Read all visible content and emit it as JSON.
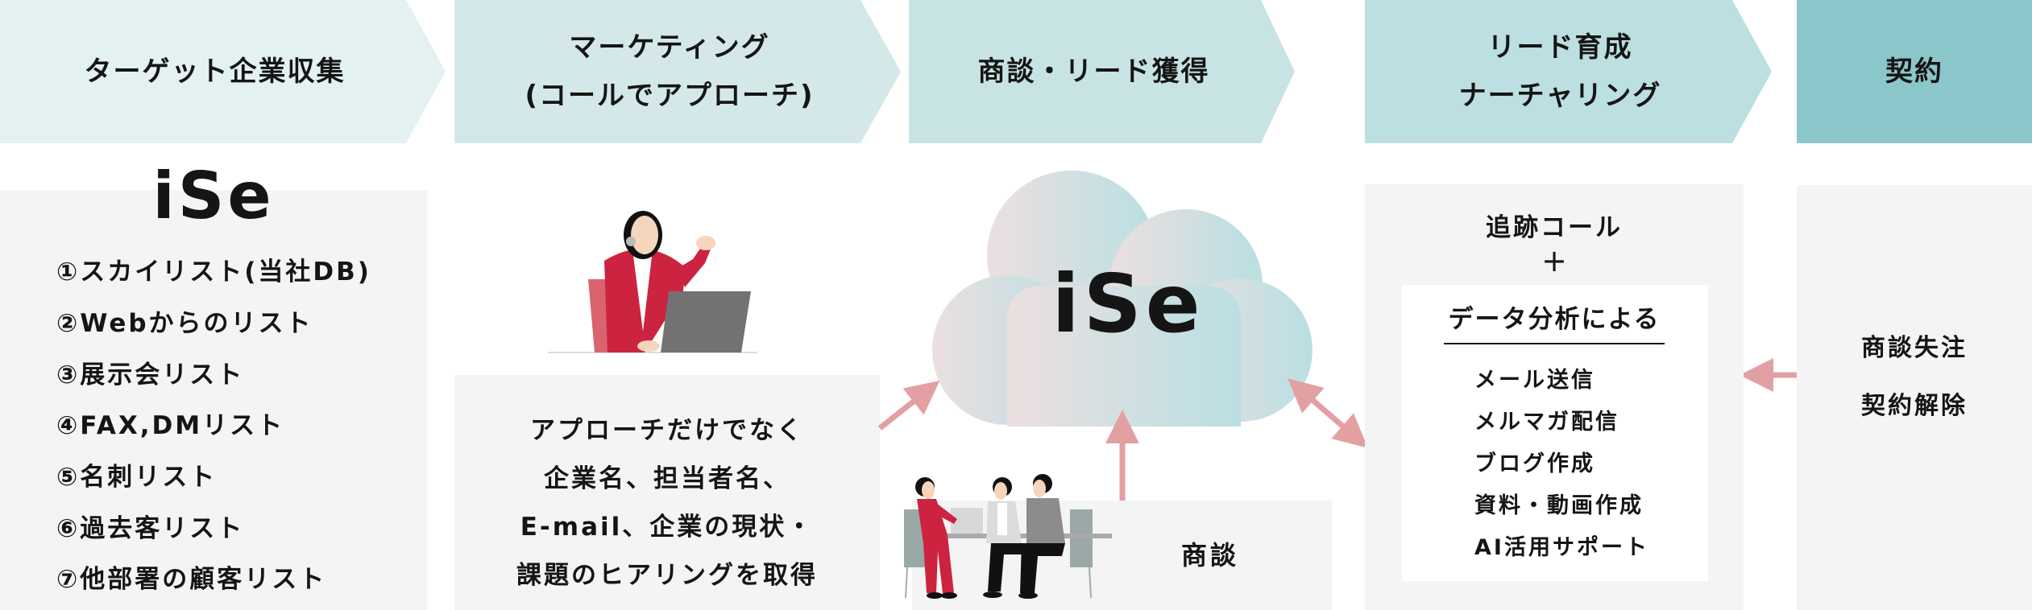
{
  "colors": {
    "header_1": "#e4f1f1",
    "header_2": "#d5e8e9",
    "header_3": "#c8e3e4",
    "header_4": "#bcdfe1",
    "header_5": "#8bc6ca",
    "panel": "#f4f4f4",
    "arrow": "#e3a0a3",
    "cloud_left": "#ecdfe0",
    "cloud_right": "#b9dfe2",
    "accent_red": "#cc2340"
  },
  "headers": [
    {
      "label": "ターゲット企業収集"
    },
    {
      "label": "マーケティング\n(コールでアプローチ)"
    },
    {
      "label": "商談・リード獲得"
    },
    {
      "label": "リード育成\nナーチャリング"
    },
    {
      "label": "契約"
    }
  ],
  "col1": {
    "logo": "iSe",
    "items": [
      "①スカイリスト(当社DB)",
      "②Webからのリスト",
      "③展示会リスト",
      "④FAX,DMリスト",
      "⑤名刺リスト",
      "⑥過去客リスト",
      "⑦他部署の顧客リスト"
    ]
  },
  "col2": {
    "illustration": "operator-with-headset",
    "lines": [
      "アプローチだけでなく",
      "企業名、担当者名、",
      "E-mail、企業の現状・",
      "課題のヒアリングを取得"
    ]
  },
  "col3": {
    "cloud_label": "iSe",
    "meeting_illustration": "business-meeting",
    "meeting_label": "商談"
  },
  "col4": {
    "title": "追跡コール",
    "plus": "+",
    "box_title": "データ分析による",
    "items": [
      "メール送信",
      "メルマガ配信",
      "ブログ作成",
      "資料・動画作成",
      "AI活用サポート"
    ]
  },
  "col5": {
    "items": [
      "商談失注",
      "契約解除"
    ]
  }
}
